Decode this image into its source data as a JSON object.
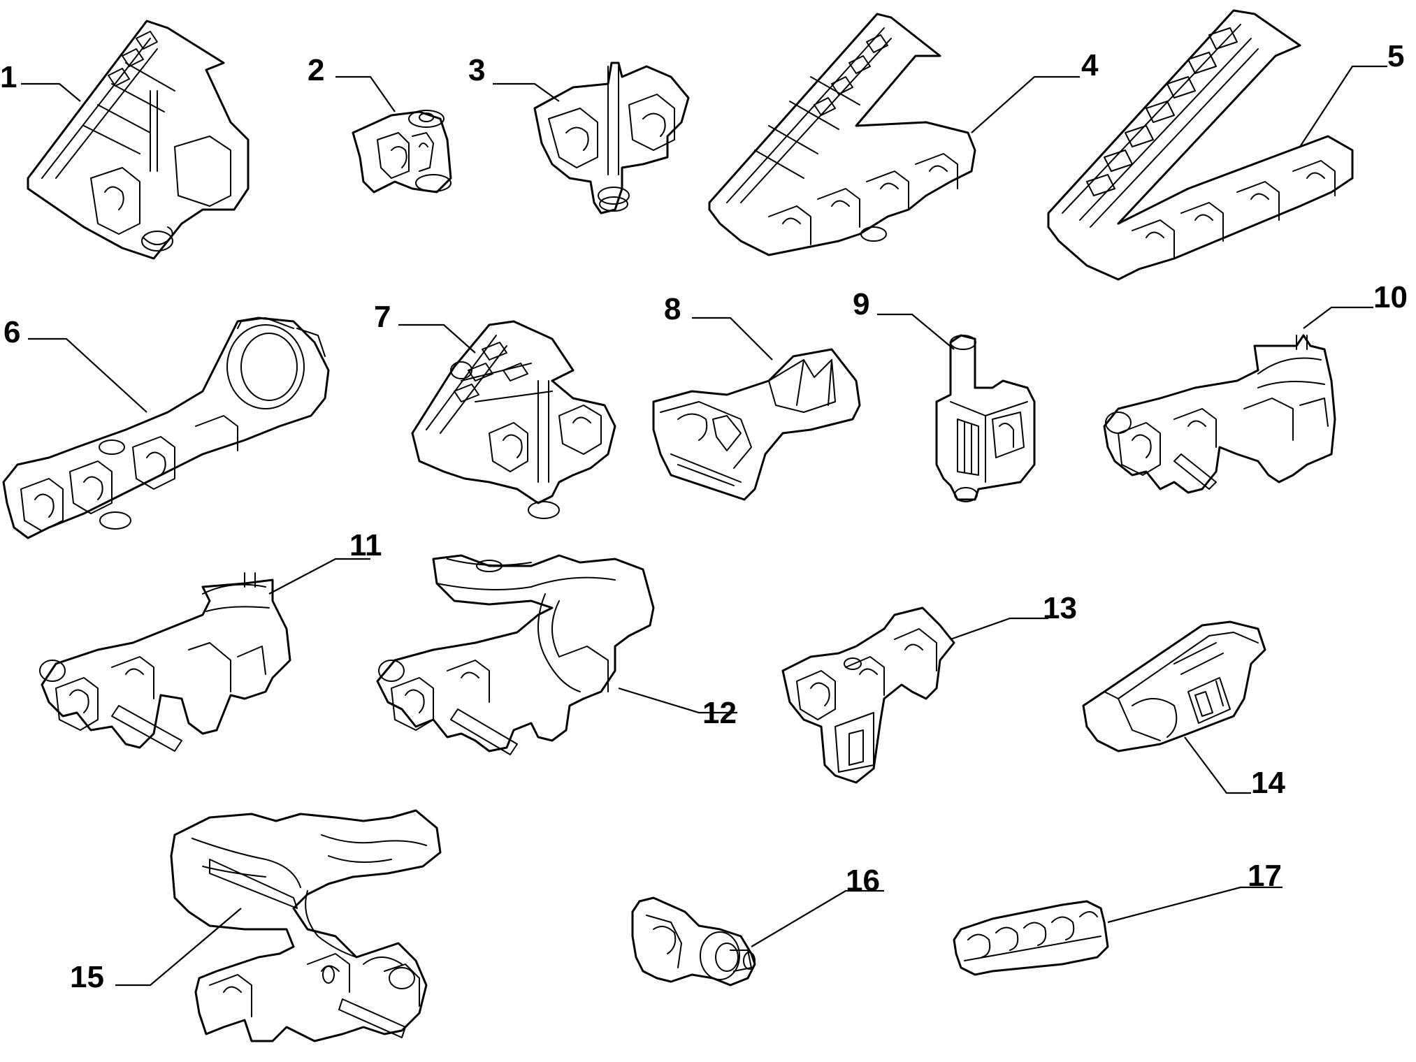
{
  "diagram": {
    "parts": [
      {
        "id": 1,
        "label": "1",
        "icon": "long-clip-with-pin-icon"
      },
      {
        "id": 2,
        "label": "2",
        "icon": "small-push-clip-icon"
      },
      {
        "id": 3,
        "label": "3",
        "icon": "double-clip-with-pin-icon"
      },
      {
        "id": 4,
        "label": "4",
        "icon": "long-multi-clip-icon"
      },
      {
        "id": 5,
        "label": "5",
        "icon": "long-lattice-clip-icon"
      },
      {
        "id": 6,
        "label": "6",
        "icon": "pipe-clip-with-ring-icon"
      },
      {
        "id": 7,
        "label": "7",
        "icon": "lattice-clip-with-pin-icon"
      },
      {
        "id": 8,
        "label": "8",
        "icon": "flat-base-clip-icon"
      },
      {
        "id": 9,
        "label": "9",
        "icon": "stud-clip-icon"
      },
      {
        "id": 10,
        "label": "10",
        "icon": "branch-clip-with-pin-icon"
      },
      {
        "id": 11,
        "label": "11",
        "icon": "branch-clip-icon"
      },
      {
        "id": 12,
        "label": "12",
        "icon": "double-branch-clip-icon"
      },
      {
        "id": 13,
        "label": "13",
        "icon": "angled-clip-icon"
      },
      {
        "id": 14,
        "label": "14",
        "icon": "cable-bracket-icon"
      },
      {
        "id": 15,
        "label": "15",
        "icon": "large-branch-clip-icon"
      },
      {
        "id": 16,
        "label": "16",
        "icon": "push-in-fastener-icon"
      },
      {
        "id": 17,
        "label": "17",
        "icon": "comb-clip-icon"
      }
    ]
  }
}
